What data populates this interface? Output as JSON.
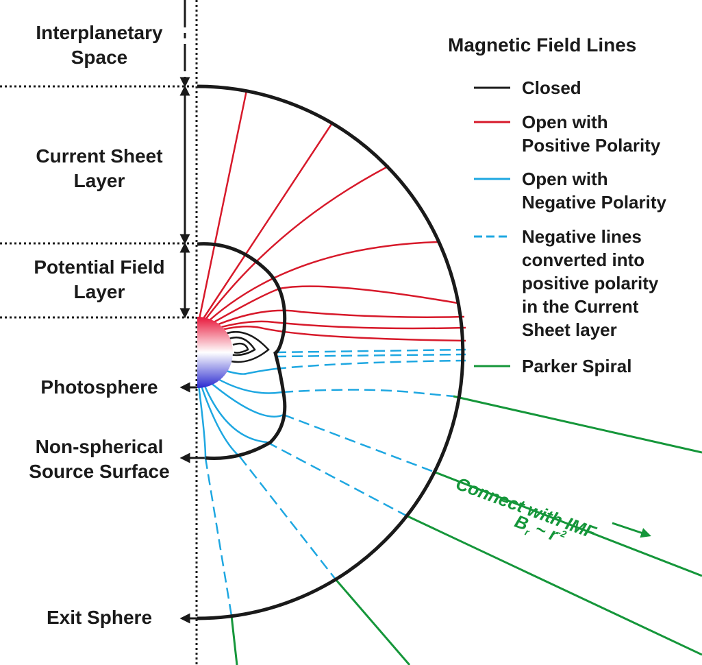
{
  "left_labels": {
    "interplanetary_space": [
      "Interplanetary",
      "Space"
    ],
    "current_sheet_layer": [
      "Current Sheet",
      "Layer"
    ],
    "potential_field_layer": [
      "Potential Field",
      "Layer"
    ],
    "photosphere": "Photosphere",
    "source_surface": [
      "Non-spherical",
      "Source Surface"
    ],
    "exit_sphere": "Exit Sphere"
  },
  "legend": {
    "title": "Magnetic Field Lines",
    "items": [
      {
        "label": [
          "Closed"
        ],
        "color": "#1a1a1a",
        "style": "solid"
      },
      {
        "label": [
          "Open with",
          "Positive Polarity"
        ],
        "color": "#d7192a",
        "style": "solid"
      },
      {
        "label": [
          "Open with",
          "Negative Polarity"
        ],
        "color": "#1ea7e1",
        "style": "solid"
      },
      {
        "label": [
          "Negative lines",
          "converted into",
          "positive polarity",
          "in the Current",
          "Sheet layer"
        ],
        "color": "#1ea7e1",
        "style": "dashed"
      },
      {
        "label": [
          "Parker Spiral"
        ],
        "color": "#15963a",
        "style": "solid"
      }
    ]
  },
  "annotation": {
    "connect": "Connect with IMF",
    "br_base": "B",
    "br_sub": "r",
    "br_rel": "~ r",
    "br_exp": "-2"
  },
  "colors": {
    "closed": "#1a1a1a",
    "positive": "#d7192a",
    "negative": "#1ea7e1",
    "parker": "#15963a",
    "photosphere_top": "#e8163a",
    "photosphere_bottom": "#2a2ad0"
  }
}
